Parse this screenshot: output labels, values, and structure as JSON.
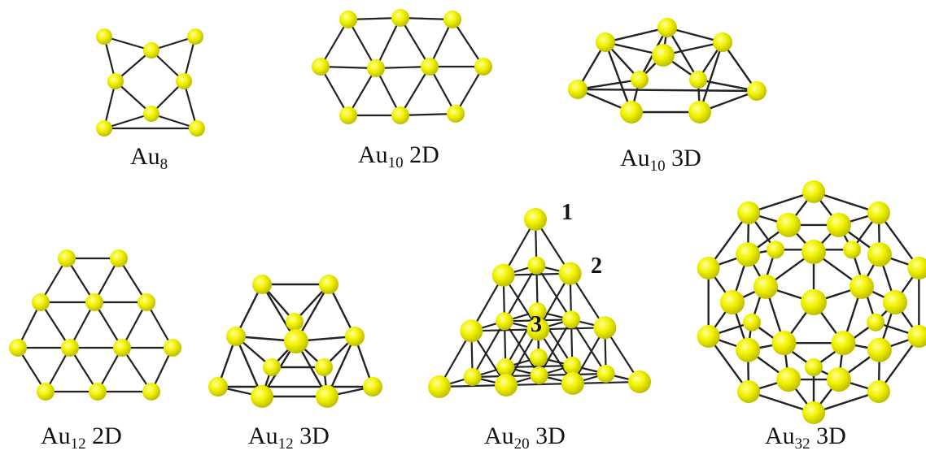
{
  "figure": {
    "atom_color": "#f2f200",
    "bond_color": "#222222",
    "clusters": [
      {
        "id": "au8",
        "caption": {
          "base": "Au",
          "sub": "8",
          "suffix": ""
        }
      },
      {
        "id": "au10-2d",
        "caption": {
          "base": "Au",
          "sub": "10",
          "suffix": " 2D"
        }
      },
      {
        "id": "au10-3d",
        "caption": {
          "base": "Au",
          "sub": "10",
          "suffix": " 3D"
        }
      },
      {
        "id": "au12-2d",
        "caption": {
          "base": "Au",
          "sub": "12",
          "suffix": " 2D"
        }
      },
      {
        "id": "au12-3d",
        "caption": {
          "base": "Au",
          "sub": "12",
          "suffix": " 3D"
        }
      },
      {
        "id": "au20-3d",
        "caption": {
          "base": "Au",
          "sub": "20",
          "suffix": "  3D"
        }
      },
      {
        "id": "au32-3d",
        "caption": {
          "base": "Au",
          "sub": "32",
          "suffix": "  3D"
        }
      }
    ],
    "site_labels": [
      "1",
      "2",
      "3"
    ]
  }
}
